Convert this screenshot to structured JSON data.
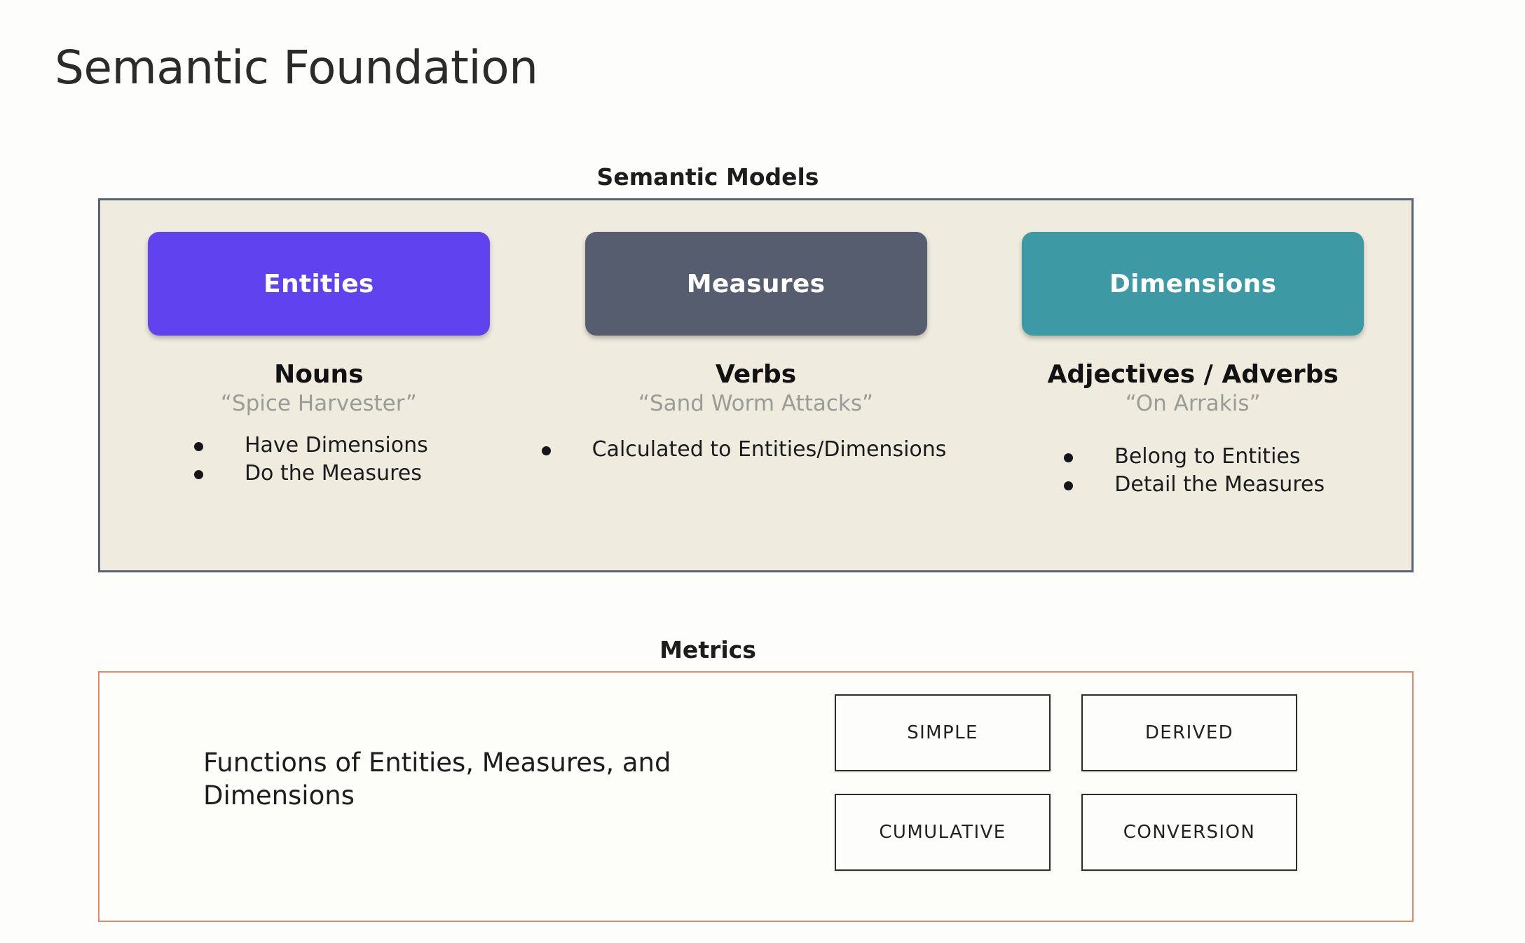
{
  "slide": {
    "title": "Semantic Foundation"
  },
  "semantic_models": {
    "section_label": "Semantic Models",
    "panel_bg_color": "#efecdf",
    "panel_border_color": "#5c6370",
    "columns": [
      {
        "chip_label": "Entities",
        "chip_color": "#6043ee",
        "part_of_speech": "Nouns",
        "example": "“Spice Harvester”",
        "bullets": [
          "Have Dimensions",
          "Do the Measures"
        ]
      },
      {
        "chip_label": "Measures",
        "chip_color": "#555d6e",
        "part_of_speech": "Verbs",
        "example": "“Sand Worm Attacks”",
        "bullets": [
          "Calculated to Entities/Dimensions"
        ]
      },
      {
        "chip_label": "Dimensions",
        "chip_color": "#3d9aa5",
        "part_of_speech": "Adjectives / Adverbs",
        "example": "“On Arrakis”",
        "bullets": [
          "Belong to Entities",
          "Detail the Measures"
        ]
      }
    ]
  },
  "metrics": {
    "section_label": "Metrics",
    "panel_border_color": "#e08b6b",
    "description": "Functions of Entities, Measures, and Dimensions",
    "types": [
      "SIMPLE",
      "DERIVED",
      "CUMULATIVE",
      "CONVERSION"
    ]
  }
}
